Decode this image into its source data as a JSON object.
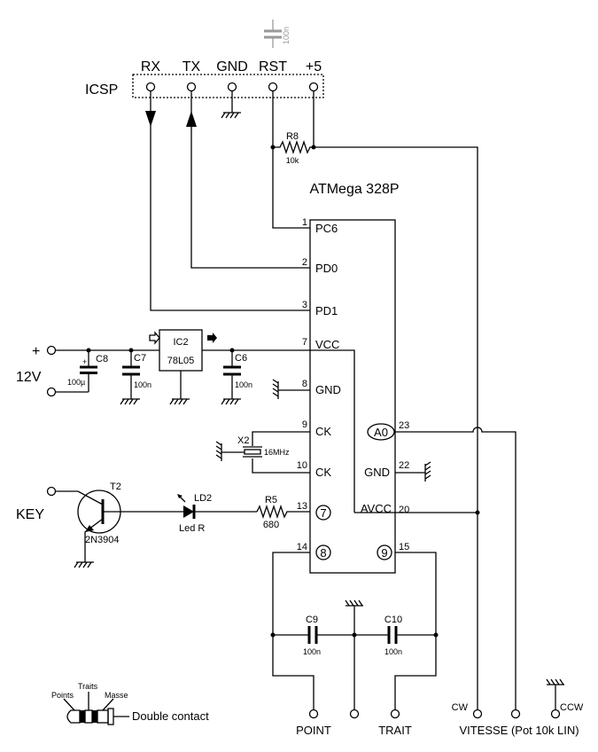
{
  "icsp": {
    "label": "ICSP",
    "pins": [
      "RX",
      "TX",
      "GND",
      "RST",
      "+5"
    ]
  },
  "chip": {
    "title": "ATMega 328P",
    "left_pins": [
      {
        "num": "1",
        "name": "PC6"
      },
      {
        "num": "2",
        "name": "PD0"
      },
      {
        "num": "3",
        "name": "PD1"
      },
      {
        "num": "7",
        "name": "VCC"
      },
      {
        "num": "8",
        "name": "GND"
      },
      {
        "num": "9",
        "name": "CK"
      },
      {
        "num": "10",
        "name": "CK"
      },
      {
        "num": "13",
        "name": "7"
      },
      {
        "num": "14",
        "name": "8"
      }
    ],
    "right_pins": [
      {
        "num": "23",
        "name": "A0"
      },
      {
        "num": "22",
        "name": "GND"
      },
      {
        "num": "20",
        "name": "AVCC"
      },
      {
        "num": "15",
        "name": "9"
      }
    ]
  },
  "components": {
    "r8": {
      "ref": "R8",
      "value": "10k"
    },
    "r5": {
      "ref": "R5",
      "value": "680"
    },
    "c_rst": {
      "value": "100n"
    },
    "c8": {
      "ref": "C8",
      "value": "100µ"
    },
    "c7": {
      "ref": "C7",
      "value": "100n"
    },
    "c6": {
      "ref": "C6",
      "value": "100n"
    },
    "ic2": {
      "ref": "IC2",
      "value": "78L05"
    },
    "x2": {
      "ref": "X2",
      "value": "16MHz"
    },
    "t2": {
      "ref": "T2",
      "value": "2N3904"
    },
    "ld2": {
      "ref": "LD2",
      "value": "Led R"
    },
    "c9": {
      "ref": "C9",
      "value": "100n"
    },
    "c10": {
      "ref": "C10",
      "value": "100n"
    }
  },
  "power": {
    "plus": "+",
    "voltage": "12V"
  },
  "key": {
    "label": "KEY"
  },
  "jack": {
    "points": "Points",
    "traits": "Traits",
    "masse": "Masse",
    "caption": "Double contact"
  },
  "outputs": {
    "point": "POINT",
    "trait": "TRAIT",
    "cw": "CW",
    "ccw": "CCW",
    "vitesse": "VITESSE (Pot 10k LIN)"
  }
}
